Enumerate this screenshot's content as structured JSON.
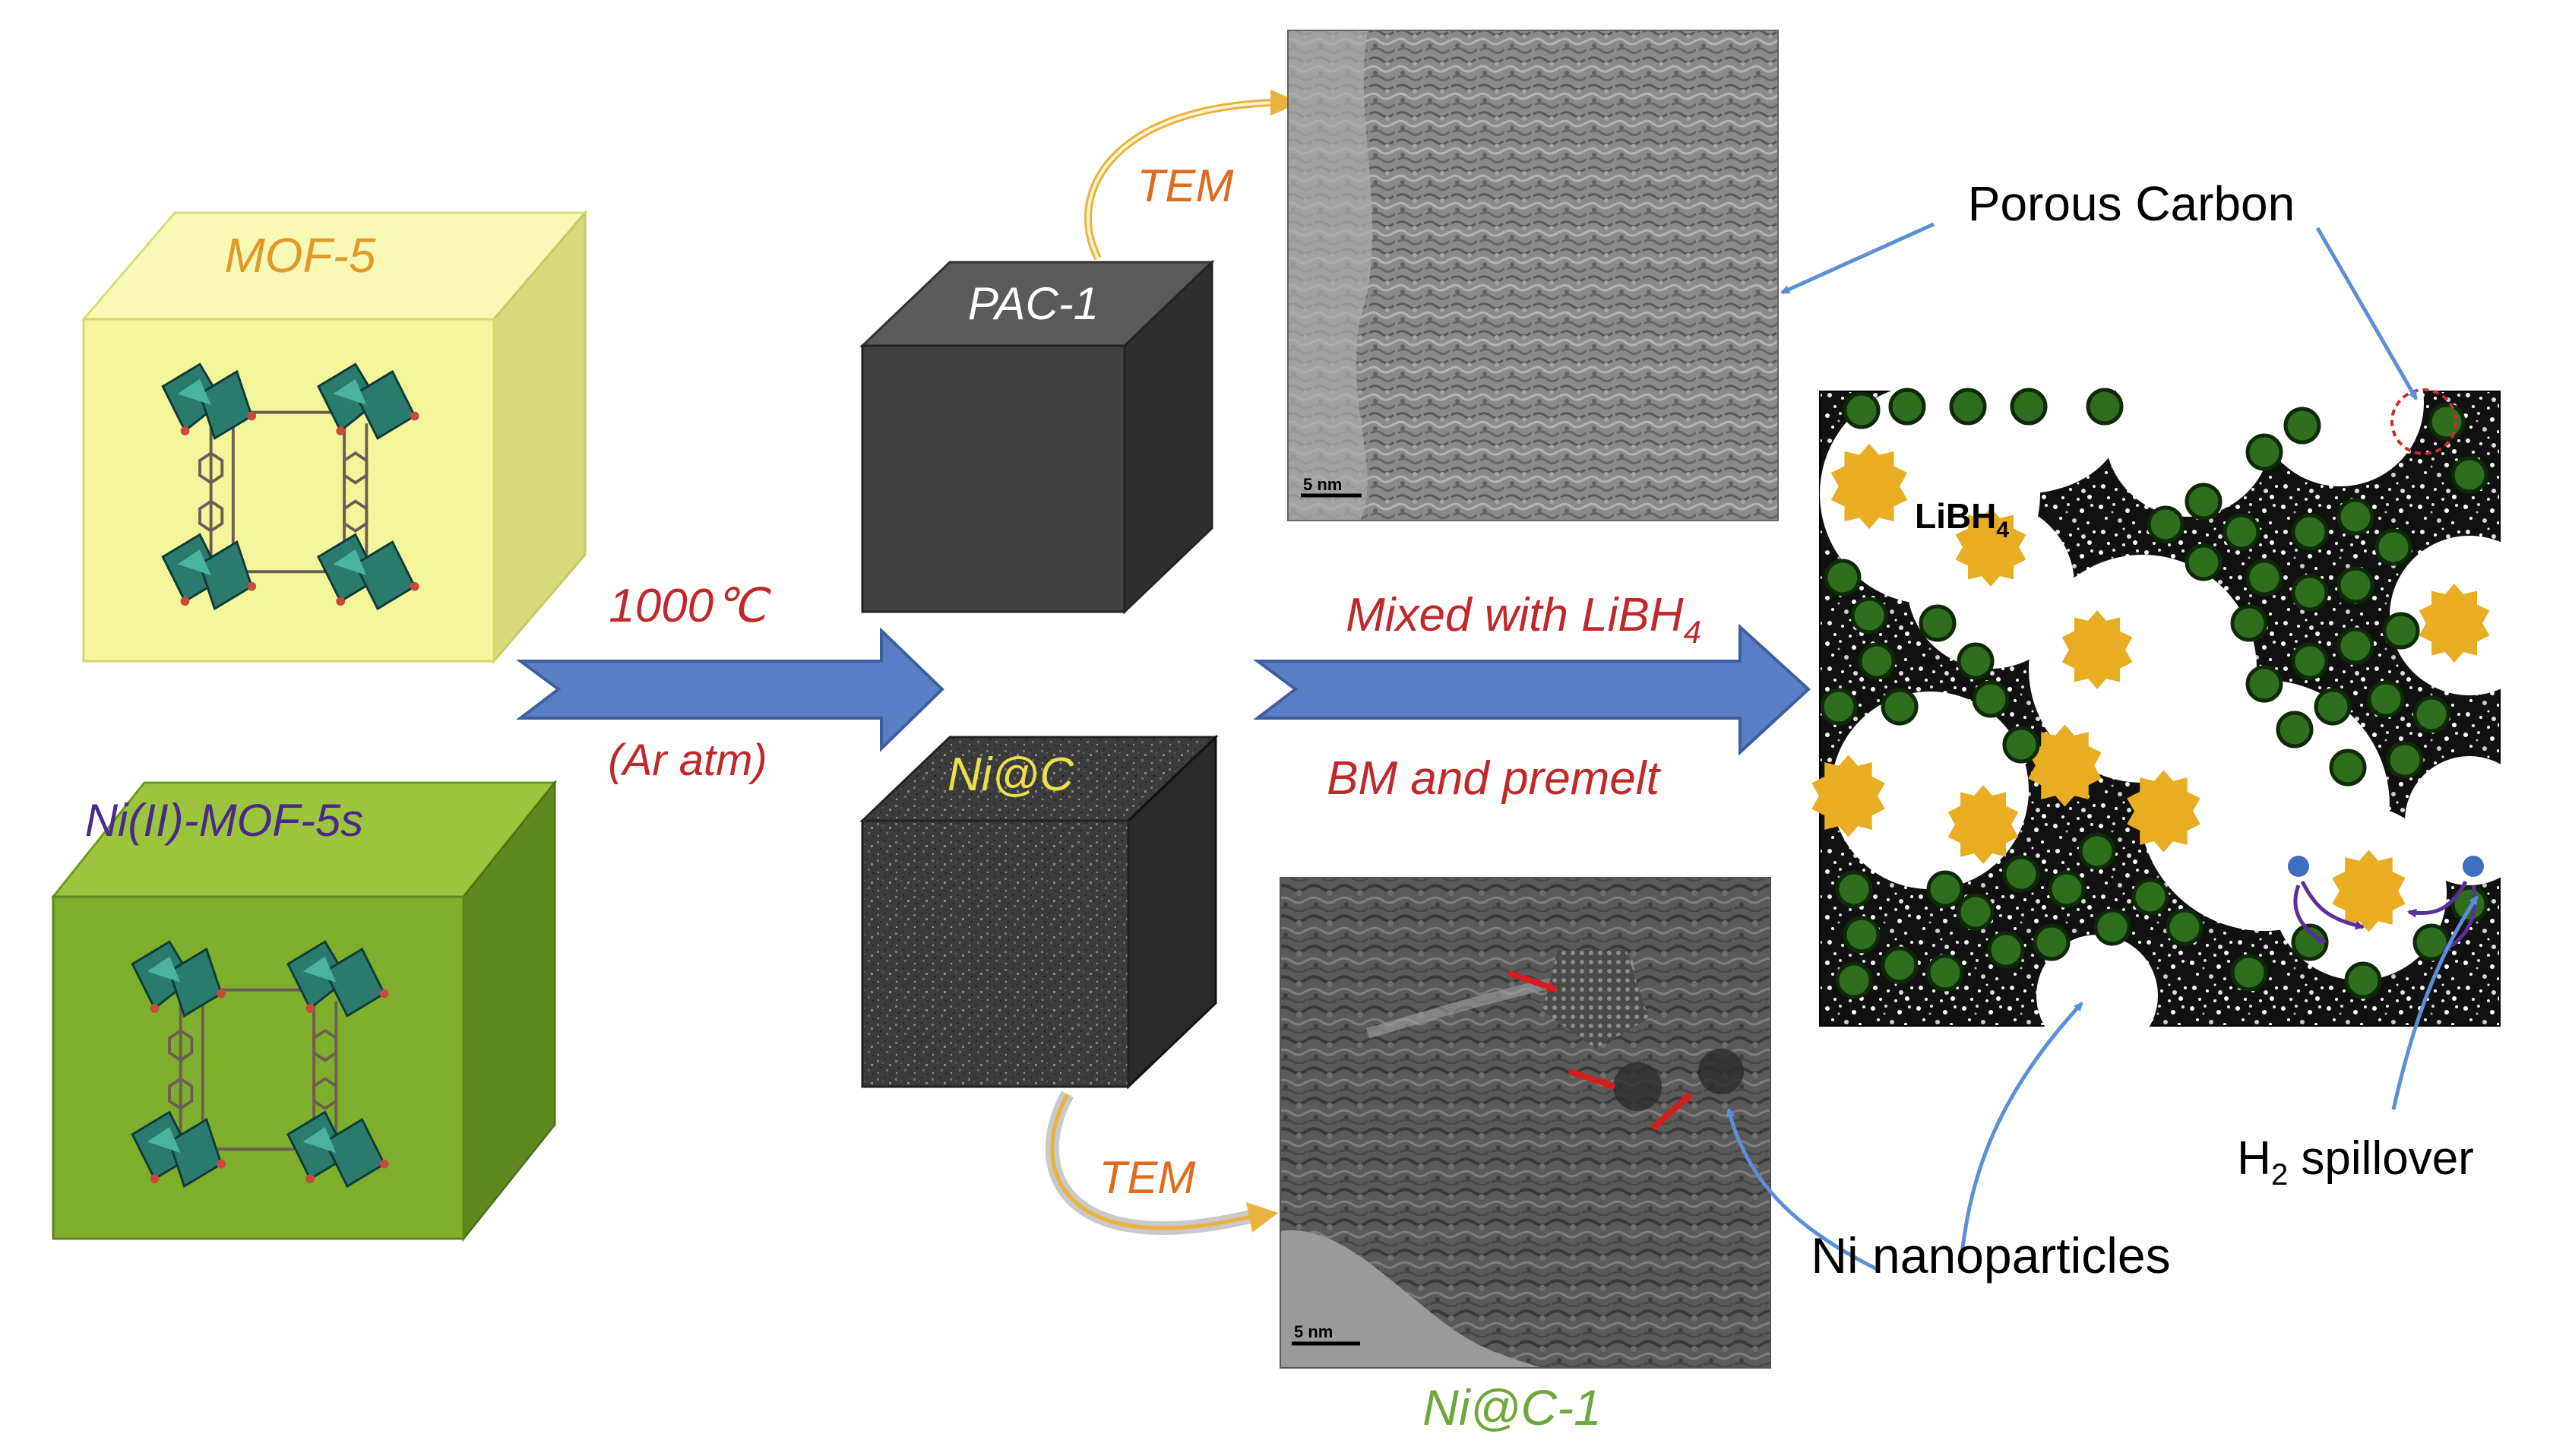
{
  "mof": {
    "top_label": "MOF-5",
    "bottom_label": "Ni(II)-MOF-5s"
  },
  "process": {
    "temperature": "1000℃",
    "atmosphere": "(Ar atm)"
  },
  "products": {
    "pac_label": "PAC-1",
    "nic_label": "Ni@C",
    "nic_tem_label": "Ni@C-1"
  },
  "tem": {
    "top_label": "TEM",
    "bottom_label": "TEM",
    "scale_top": "5 nm",
    "scale_bottom": "5 nm"
  },
  "composite": {
    "step1_prefix": "Mixed with LiBH",
    "step1_sub": "4",
    "step2": "BM and premelt",
    "libh4_prefix": "LiBH",
    "libh4_sub": "4"
  },
  "annotations": {
    "porous_carbon": "Porous Carbon",
    "ni_nanoparticles": "Ni nanoparticles",
    "h2_prefix": "H",
    "h2_sub": "2",
    "h2_suffix": " spillover"
  },
  "colors": {
    "mof5_face": "#f3f59a",
    "nimof_face": "#7fae2c",
    "arrow_blue": "#5b7fc4",
    "label_red": "#c0282a",
    "tem_orange": "#e06a1e",
    "ni_green": "#2f6e1f",
    "libh4_gold": "#e8ad22"
  }
}
